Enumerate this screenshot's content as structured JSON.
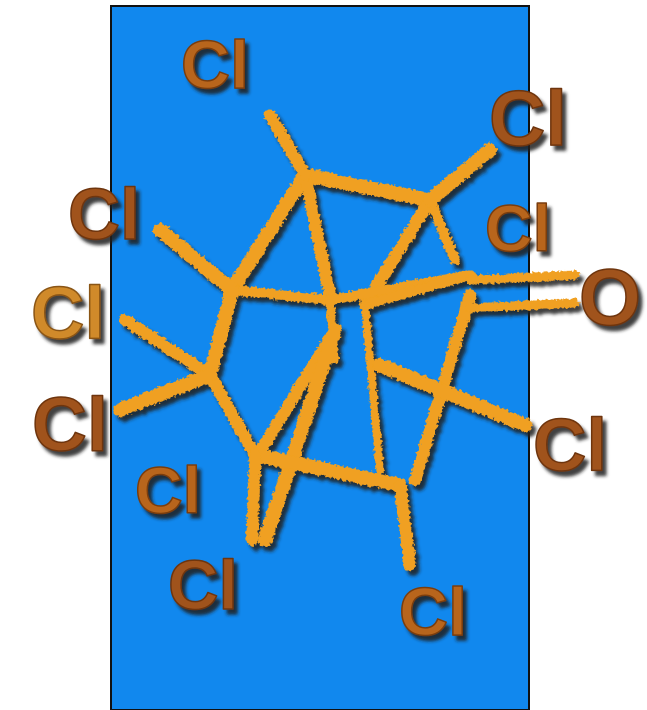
{
  "diagram": {
    "background": "#1188ee",
    "bond_color": "#f0a020",
    "shadow_color": "#1a1a1a",
    "atom_colors": {
      "dark": "#a0521a",
      "medium": "#b8651c",
      "light": "#d08a2a"
    },
    "atoms": [
      {
        "id": "cl-1",
        "label": "Cl",
        "tone": "medium"
      },
      {
        "id": "cl-2",
        "label": "Cl",
        "tone": "dark"
      },
      {
        "id": "cl-3",
        "label": "Cl",
        "tone": "dark"
      },
      {
        "id": "cl-4",
        "label": "Cl",
        "tone": "medium"
      },
      {
        "id": "cl-5",
        "label": "Cl",
        "tone": "light"
      },
      {
        "id": "o-1",
        "label": "O",
        "tone": "dark"
      },
      {
        "id": "cl-6",
        "label": "Cl",
        "tone": "dark"
      },
      {
        "id": "cl-7",
        "label": "Cl",
        "tone": "dark"
      },
      {
        "id": "cl-8",
        "label": "Cl",
        "tone": "medium"
      },
      {
        "id": "cl-9",
        "label": "Cl",
        "tone": "dark"
      },
      {
        "id": "cl-10",
        "label": "Cl",
        "tone": "medium"
      }
    ]
  }
}
